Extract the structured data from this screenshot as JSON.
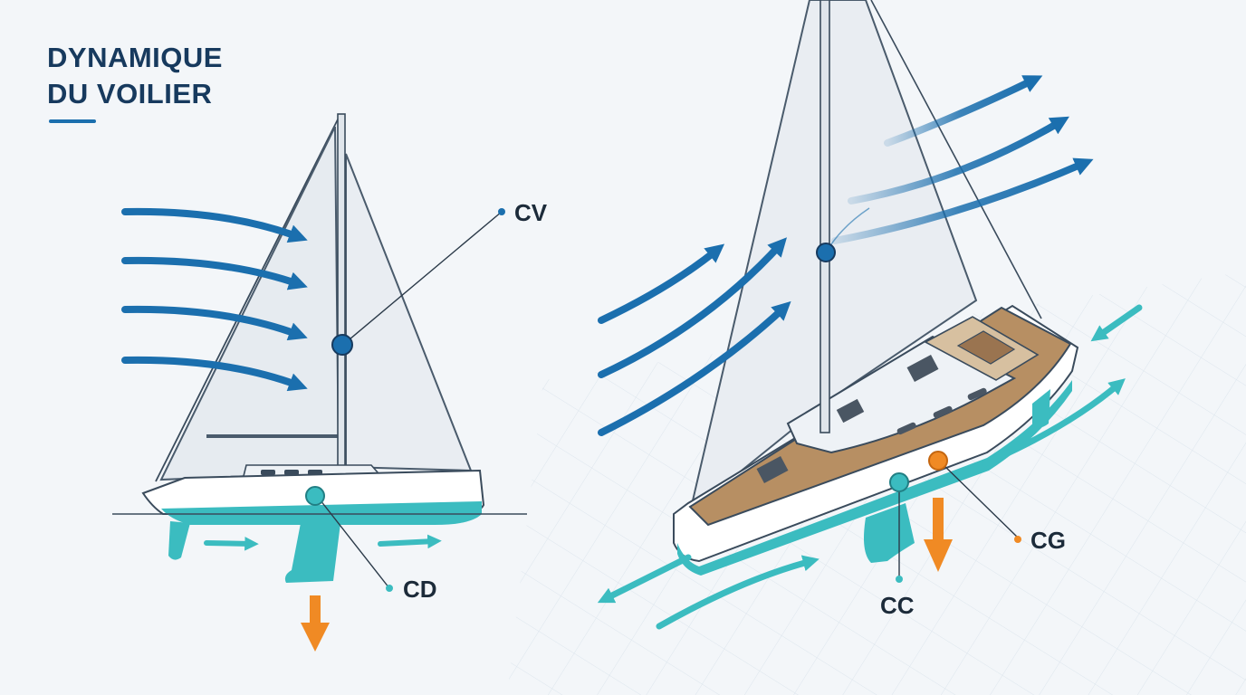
{
  "title": {
    "line1": "DYNAMIQUE",
    "line2": "DU VOILIER"
  },
  "labels": {
    "cv": "CV",
    "cd": "CD",
    "cg": "CG",
    "cc": "CC"
  },
  "colors": {
    "wind_blue": "#1b6fae",
    "water_teal": "#3bbcc0",
    "gravity_orange": "#f08a24",
    "deck_wood": "#b78f63",
    "title_navy": "#173a5e",
    "background": "#f3f6f9"
  }
}
